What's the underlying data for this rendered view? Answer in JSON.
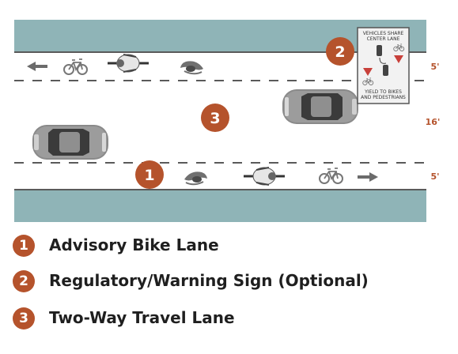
{
  "colors": {
    "accent": "#b5532c",
    "buffer": "#8fb4b7",
    "road": "#ffffff",
    "marking": "#5a5a5a",
    "arrow": "#6b6b6b",
    "car": "#8a8a8a",
    "sign_yield": "#c8403a"
  },
  "diagram": {
    "callouts": [
      "1",
      "2",
      "3"
    ],
    "dimensions": {
      "top_bike_lane": "5'",
      "travel_lane": "16'",
      "bottom_bike_lane": "5'"
    },
    "sign": {
      "header": [
        "VEHICLES SHARE",
        "CENTER LANE"
      ],
      "footer": [
        "YIELD TO BIKES",
        "AND PEDESTRIANS"
      ]
    }
  },
  "legend": [
    {
      "number": "1",
      "label": "Advisory Bike Lane"
    },
    {
      "number": "2",
      "label": "Regulatory/Warning Sign (Optional)"
    },
    {
      "number": "3",
      "label": "Two-Way Travel Lane"
    }
  ]
}
